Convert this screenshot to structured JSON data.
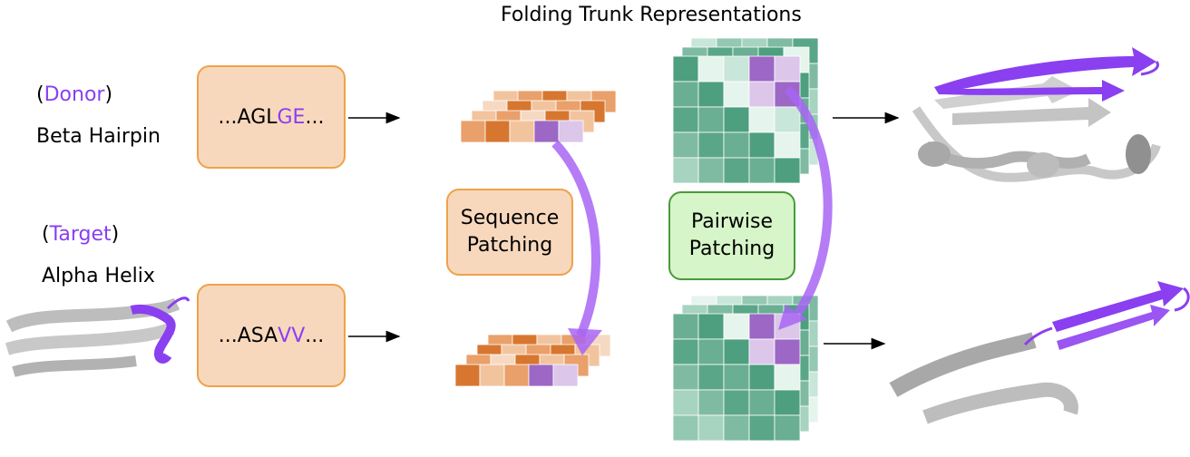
{
  "title": "Folding Trunk Representations",
  "donor": {
    "prefix": "(",
    "role": "Donor",
    "suffix": ")",
    "structure": "Beta Hairpin",
    "seq_start": "...AGL",
    "seq_highlight": "GE",
    "seq_end": "..."
  },
  "target": {
    "prefix": "(",
    "role": "Target",
    "suffix": ")",
    "structure": "Alpha Helix",
    "seq_start": "...ASA",
    "seq_highlight": "VV",
    "seq_end": "..."
  },
  "sequence_patching": {
    "line1": "Sequence",
    "line2": "Patching"
  },
  "pairwise_patching": {
    "line1": "Pairwise",
    "line2": "Patching"
  },
  "colors": {
    "accent_purple": "#8a3ff0",
    "seq_box_fill": "#f8d8bd",
    "seq_box_border": "#eea24a",
    "pair_box_fill": "#d6f5c8",
    "pair_box_border": "#4a9a3a",
    "teal_dark": "#4a9e7e",
    "protein_gray": "#b8b8b8"
  },
  "icons": [
    "protein-structure-icon",
    "arrow-icon",
    "patch-arrow-icon"
  ]
}
